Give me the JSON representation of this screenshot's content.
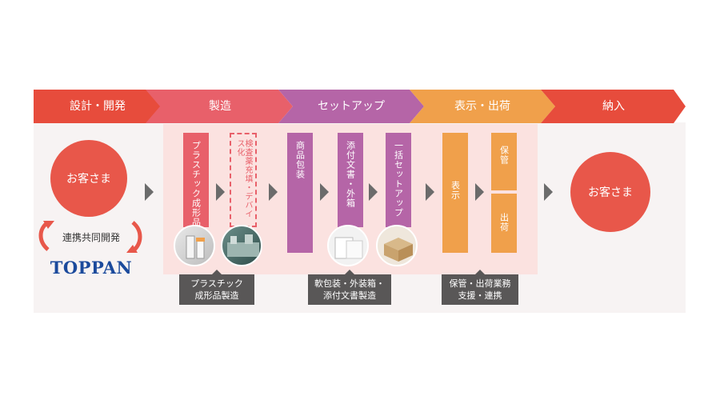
{
  "stages": [
    {
      "label": "設計・開発",
      "color": "#e74c3c"
    },
    {
      "label": "製造",
      "color": "#e8606a"
    },
    {
      "label": "セットアップ",
      "color": "#b565a7"
    },
    {
      "label": "表示・出荷",
      "color": "#f0a04b"
    },
    {
      "label": "納入",
      "color": "#e74c3c"
    }
  ],
  "customer_left": "お客さま",
  "customer_right": "お客さま",
  "collab_label": "連携共同開発",
  "toppan_logo": "TOPPAN",
  "boxes": {
    "plastic": "プラスチック成形品",
    "device": "検査薬充填・デバイス化",
    "product_pack": "商品包装",
    "docs_box": "添付文書・外箱",
    "bundle_setup": "一括セットアップ",
    "display": "表示",
    "storage": "保管",
    "shipping": "出荷"
  },
  "captions": {
    "manufacturing": [
      "プラスチック",
      "成形品製造"
    ],
    "setup": [
      "軟包装・外装箱・",
      "添付文書製造"
    ],
    "logistics": [
      "保管・出荷業務",
      "支援・連携"
    ]
  },
  "colors": {
    "red": "#e74c3c",
    "pink": "#e8606a",
    "purple": "#b565a7",
    "orange": "#f0a04b",
    "band": "#fbe2e0",
    "caption": "#595757",
    "toppan": "#1b4a9c"
  }
}
